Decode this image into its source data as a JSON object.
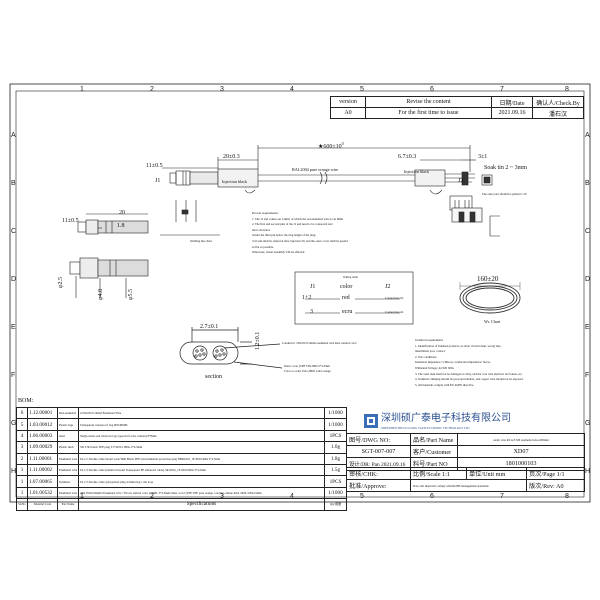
{
  "border": {
    "top_numbers": [
      "1",
      "2",
      "3",
      "4",
      "5",
      "6",
      "7",
      "8"
    ],
    "bottom_numbers": [
      "1",
      "2",
      "3",
      "4",
      "5",
      "6",
      "7",
      "8"
    ],
    "left_letters": [
      "A",
      "B",
      "C",
      "D",
      "E",
      "F",
      "G",
      "H"
    ],
    "right_letters": [
      "A",
      "B",
      "C",
      "D",
      "E",
      "F",
      "G",
      "H"
    ]
  },
  "revision": {
    "headers": [
      "version",
      "Revise the content",
      "日期/Date",
      "确认人/Check.By"
    ],
    "row": [
      "A0",
      "For the first time to issue",
      "2021.09.16",
      "潘石汉"
    ]
  },
  "main_view": {
    "overall_length": "★600±10",
    "overall_length_sup": "0",
    "left_dim": "20±0.3",
    "left_tip": "11±0.5",
    "label_j1": "J1",
    "left_block": "Injection black",
    "wire_label": "RAL2004 pure orange wire",
    "right_dim": "6.7±0.3",
    "right_tip": "3±1",
    "right_block": "Injection black",
    "label_j2": "J2",
    "soak_label": "Soak tin 2 ~ 3mm",
    "socket_note": "The outer part should be pulled to 50"
  },
  "plug_detail": {
    "len": "20",
    "tip": "11±0.5",
    "step": "1.8",
    "caption": "Welding line chart",
    "d1": "φ2.5",
    "d2": "φ4.8",
    "d3": "φ5.5"
  },
  "process_notes": [
    "Process requirements:",
    "1.    The J1 end comes out 12mm, of which the red enameled wire is cut 8mm.",
    "2.    The first and second pins of the J1 end need to be connected and",
    "short-circuited.",
    "Solder the third pin below the ring height of the plug.",
    "3.J2 end shall be removed after injection 50, and the outer cover shall be peeled",
    "as flat as possible.",
    "Otherwise, visual assembly will be affected."
  ],
  "wiring": {
    "title": "Wiring table",
    "col1": "J1",
    "col2": "color",
    "col3": "J2",
    "rows": [
      {
        "j1": "1+2",
        "color": "red",
        "note": "Connection tab"
      },
      {
        "j1": "3",
        "color": "ecru",
        "note": "Connection tab"
      }
    ]
  },
  "coil": {
    "dim": "160±20",
    "caption": "Wr. Chart"
  },
  "section": {
    "width": "2.7±0.1",
    "height": "1.2±0.1",
    "caption": "section",
    "conductor_note": "Conductor: 2X0.05/0.1mm2 enameled wire Red, natural color",
    "outer_note_1": "Outer cover (TPE TIN-NB2.2*4.3mm",
    "outer_note_2": "Color to order  2541.2H05 solid orange"
  },
  "tech_notes": [
    "Technical requirements",
    "1.    Identification of finished products, no short circuit break, wrong line,",
    "intermittent poor contact;",
    "2.    Test conditions:",
    "Insulation impedance: 5 MΩ as, conduction impedance: 5Ω as.",
    "Withstand Voltage: AC500 300s.",
    "3.    The outer skin shall not be damaged or dirty, and the core wire shall not be broken, etc.",
    "4.    Terminal crimping should be good and reliable, and copper wire should not be exposed.",
    "5.    All materials comply with EU RoHS directive."
  ],
  "bom": {
    "heading": "BOM:",
    "rows": [
      {
        "no": "6",
        "pn": "1.12.00001",
        "name": "Red enameled",
        "spec": "2.0X0.05/0.1mm2 Enameled Wire",
        "qty": "1/1000"
      },
      {
        "no": "5",
        "pn": "1.03.00012",
        "name": "Plastic bags",
        "spec": "Transparent waterproof bag 60X40MM",
        "qty": "1/1000"
      },
      {
        "no": "4",
        "pn": "1.06.00003",
        "name": "label",
        "spec": "Single name seal black tin logo (special for the cabinet) 8*8mm",
        "qty": "1PCS"
      },
      {
        "no": "3",
        "pn": "1.09.00029",
        "name": "Plastic shell",
        "spec": "SD 3.5D black TPE plug 3.5*4N3-1 BPA-3*4.5mm",
        "qty": "1.0g"
      },
      {
        "no": "2",
        "pn": "1.11.00001",
        "name": "Enameled wire",
        "spec": "UL2 2 Xtreme cable model work SRR Black TPE environmental protection plug NBR4316_1E-6810 RPA 3*4.5mm",
        "qty": "1.8g"
      },
      {
        "no": "1",
        "pn": "1.11.00002",
        "name": "Enameled wire",
        "spec": "UL2 3 Xtreme cable (identical model Transparent PE enhanced cable) SR-6810_1E-6810 RPA 3*4.5mm",
        "qty": "1.5g"
      },
      {
        "no": "1",
        "pn": "1.07.00065",
        "name": "Terminal",
        "spec": "UL2 3 Xtreme cable gold-plated sting 4.5mm ring 1 the loop",
        "qty": "1PCS"
      },
      {
        "no": "1",
        "pn": "1.01.00532",
        "name": "Enameled wire",
        "spec": "2X0.05X0.04mm2 Enameled wire +18 red, natural color 2*NBL 3*4.3mm Outer cover (TPE TPE pure orange coloring outline RAL 2004-3.8X4.5mm",
        "qty": "1/1000"
      }
    ],
    "footer": [
      "Sn/No",
      "Material Code",
      "Part Name",
      "Specifications",
      "Qty/用量"
    ]
  },
  "title_block": {
    "company_cn": "深圳硕广泰电子科技有限公司",
    "company_en": "SHENZHEN SHUO GUANG TAI ELECTRONIC TECHNOLOGY LTD",
    "dwg_label": "图号/DWG NO:",
    "dwg_value": "SGT-007-007",
    "pn_label": "品名/Part Name",
    "pn_value": "audio wire RCA/3.5M enameled wire-600mm",
    "customer_label": "客户/Customer",
    "customer_value": "XD07",
    "drawn_label": "设计/DR: Pan 2021.09.16",
    "partno_label": "料号/Part NO",
    "partno_value": "1801000103",
    "check_label": "审核/CHK:",
    "scale_label": "比例/Scale 1:1",
    "unit_label": "单位/Unit mm",
    "page_label": "页次/Page 1/1",
    "approve_label": "批准/Approve:",
    "rohs_note": "Note: All materials comply with ROHS management standards",
    "rev_label": "版次/Rev: A0"
  }
}
